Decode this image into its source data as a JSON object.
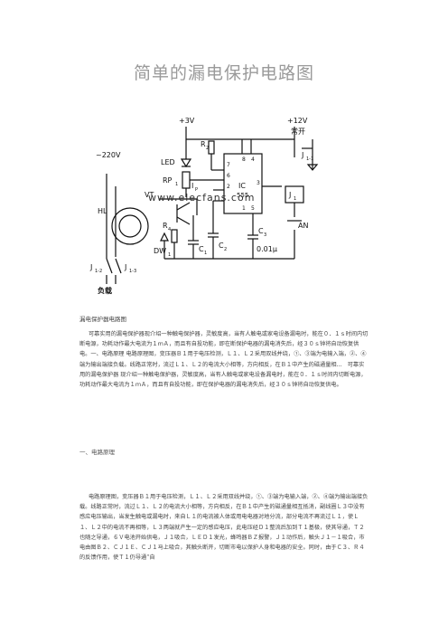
{
  "title": "简单的漏电保护电路图",
  "schematic": {
    "labels": {
      "plus3v": "+3V",
      "plus12v": "+12V",
      "ac": "~220V",
      "led": "LED",
      "r2": "R",
      "r2sub": "2",
      "rp1": "RP",
      "rp1sub": "1",
      "ip": "I",
      "ipsub": "P",
      "ic": "IC",
      "icnum": "555",
      "pin8": "8",
      "pin4": "4",
      "pin7": "7",
      "pin6": "6",
      "pin2": "2",
      "pin3": "3",
      "pin1": "1",
      "pin5": "5",
      "vt": "VT",
      "hl": "HL",
      "r4": "R",
      "r4sub": "4",
      "dw1": "DW",
      "dw1sub": "1",
      "c1": "C",
      "c1sub": "1",
      "c2": "C",
      "c2sub": "2",
      "c3": "C",
      "c3sub": "3",
      "c3val": "0.01μ",
      "changkai": "常开",
      "j11": "J",
      "j11sub": "1-1",
      "j1": "J",
      "j1sub": "1",
      "an": "AN",
      "j12": "J",
      "j12sub": "1-2",
      "j13": "J",
      "j13sub": "1-3",
      "load": "负载",
      "watermark": "www.elecfans.com"
    }
  },
  "caption": "漏电保护器电路图",
  "paragraph1": "可靠实用的漏电保护器现介绍一种触电保护器，灵敏度高，当有人触电或家电设备漏电时，能在０．１ｓ时间内切断电源，功耗动作最大电流为１ｍＡ，而且有自投功能，即在断保护电器的漏电消失后，经３０ｓ钟将自动恢复供电。一、电路原理 电路原理图，变压器Ｂ１用于电压检测，Ｌ１、Ｌ２采用双线并绕，①、③端为电输入端，②、④端为输出端接负载。线路正常时，流过Ｌ１、Ｌ２的电流大小相等，方向相反，在Ｂ１中产生的磁通量相...　可靠实用的漏电保护器 现介绍一种触电保护器，灵敏度高，当有人触电或家电设备漏电时，能在０．１ｓ时间内切断电源，功耗动作最大电流为１ｍＡ，而且有自投功能，即在保护电器的漏电消失后，经３０ｓ钟将自动恢复供电。",
  "heading": "一、电路原理",
  "paragraph2": "电路原理图，变压器Ｂ１用于电压检测，Ｌ１、Ｌ２采用双线并绕，①、③端为电输入端，②、④端为输出端接负载。线路正常时，流过Ｌ１、Ｌ２的电流大小相等，方向相反，在Ｂ１中产生的磁通量相互抵消，副线圈Ｌ３中没有感应电压输出，当发生触电或漏电时，来自Ｌ１的电流被人体或用电电器对地分流，部分电流不再流过Ｌ１，使Ｌ１、Ｌ２中的电流不再相等，Ｌ３两端就产生一定的感应电压，此电压经Ｄ１整流后加到Ｔ１基极，使其导通，Ｔ２也随之导通，６Ｖ电池开始供电，Ｊ１吸合，ＬＥＤ１发光，蜂鸣器ＢＺ报警，Ｊ１动作后，触头Ｊ１－１吸合，市电由图Ｂ２、ＣＪ１Ｅ、ＣＪ１马上吸合，其触头断开，切断市电以保护人身和电器的安全。同时，由于Ｃ３、Ｒ４的反馈作用，使Ｔ１仍导通“自"
}
